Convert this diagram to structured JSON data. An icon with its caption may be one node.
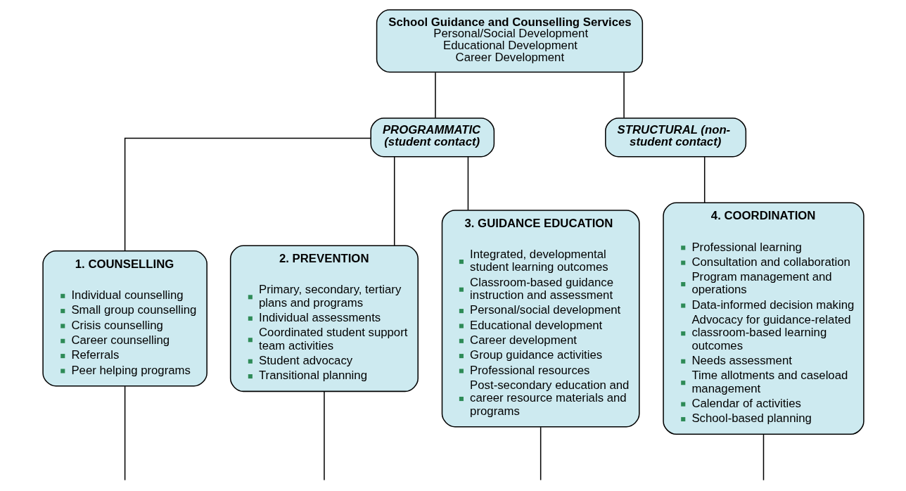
{
  "diagram": {
    "nodes": [
      {
        "text": [
          "School Guidance and Counselling Services",
          "Personal/Social Development",
          "Educational Development",
          "Career Development"
        ]
      },
      {
        "text": [
          "PROGRAMMATIC (student contact)"
        ]
      },
      {
        "text": [
          "STRUCTURAL (non-student contact)"
        ]
      },
      {
        "text": [
          "1. COUNSELLING",
          "Individual counselling",
          "Small group counselling",
          "Crisis counselling",
          "Career counselling",
          "Referrals",
          "Peer helping programs"
        ]
      },
      {
        "text": [
          "2. PREVENTION",
          "Primary, secondary, tertiary plans and programs",
          "Individual assessments",
          "Coordinated student support team activities",
          "Student advocacy",
          "Transitional planning"
        ]
      },
      {
        "text": [
          "3. GUIDANCE EDUCATION",
          "Integrated, developmental student learning outcomes",
          "Classroom-based guidance instruction and assessment",
          "Personal/social development",
          "Educational development",
          "Career development",
          "Group guidance activities",
          "Professional resources",
          "Post-secondary education and career resource materials and programs"
        ]
      },
      {
        "text": [
          "4. COORDINATION",
          "Professional learning",
          "Consultation and collaboration",
          "Program management and operations",
          "Data-informed decision making",
          "Advocacy for guidance-related classroom-based learning outcomes",
          "Needs assessment",
          "Time allotments and caseload management",
          "Calendar of activities",
          "School-based planning"
        ]
      }
    ],
    "edges": [
      {
        "from": 0,
        "to": 1,
        "arrow": "none"
      },
      {
        "from": 0,
        "to": 2,
        "arrow": "none"
      },
      {
        "from": 1,
        "to": 3,
        "arrow": "none"
      },
      {
        "from": 1,
        "to": 4,
        "arrow": "none"
      },
      {
        "from": 1,
        "to": 5,
        "arrow": "none"
      },
      {
        "from": 2,
        "to": 6,
        "arrow": "none"
      },
      {
        "from": 3,
        "to": null,
        "arrow": "none"
      },
      {
        "from": 4,
        "to": null,
        "arrow": "none"
      },
      {
        "from": 5,
        "to": null,
        "arrow": "none"
      },
      {
        "from": 6,
        "to": null,
        "arrow": "none"
      }
    ]
  }
}
